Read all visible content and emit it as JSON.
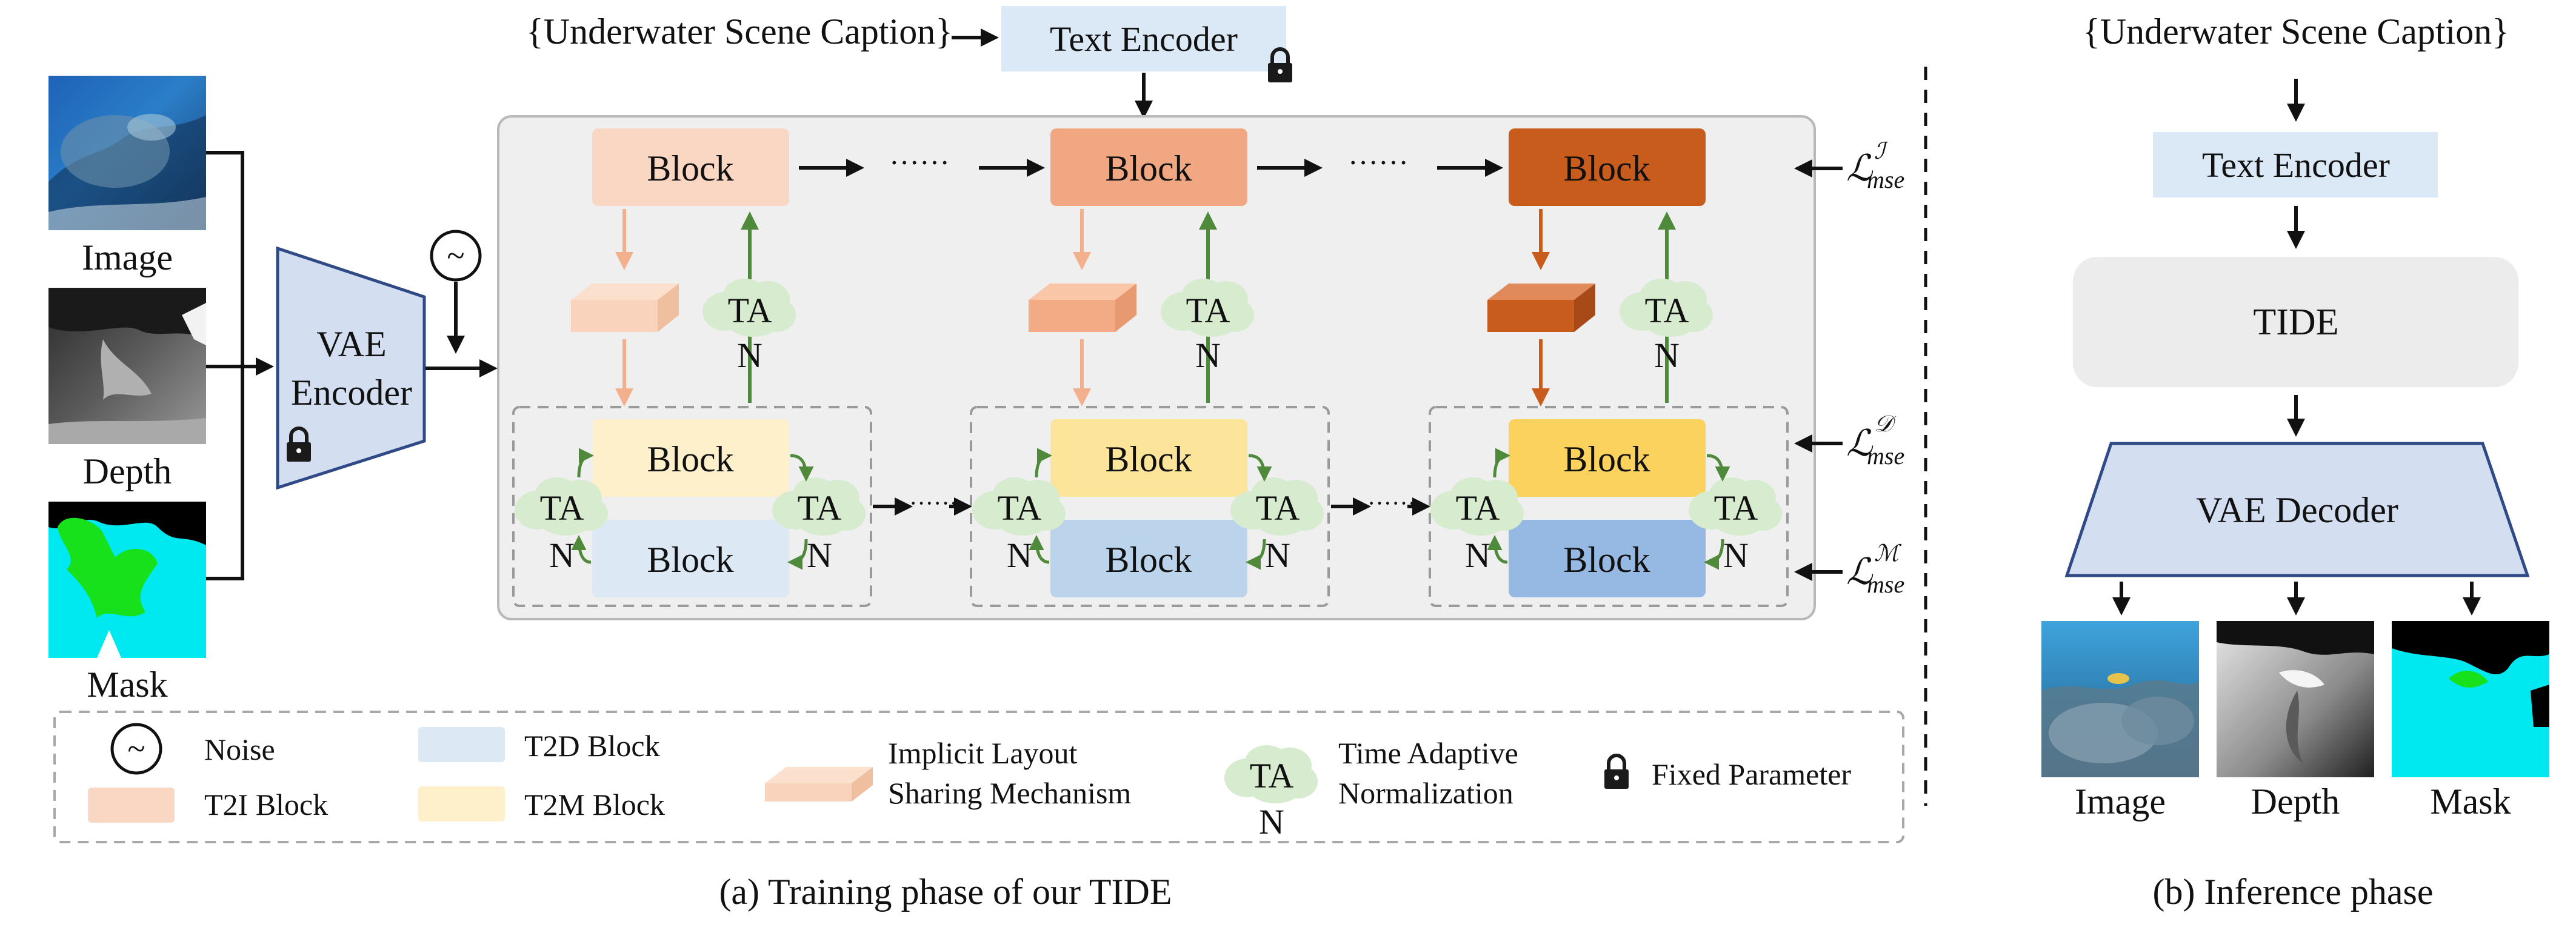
{
  "top_caption": "{Underwater Scene Caption}",
  "text_encoder": "Text Encoder",
  "inputs": {
    "image": "Image",
    "depth": "Depth",
    "mask": "Mask"
  },
  "vae_encoder": {
    "line1": "VAE",
    "line2": "Encoder"
  },
  "noise_symbol": "~",
  "block_label": "Block",
  "ellipsis": "······",
  "ta": {
    "line1": "TA",
    "line2": "N"
  },
  "losses": {
    "image": {
      "sup": "ℐ",
      "sub": "mse"
    },
    "depth": {
      "sup": "𝒟",
      "sub": "mse"
    },
    "mask": {
      "sup": "ℳ",
      "sub": "mse"
    },
    "symbol": "ℒ"
  },
  "legend": {
    "noise": "Noise",
    "t2i": "T2I Block",
    "t2d": "T2D Block",
    "t2m": "T2M Block",
    "implicit_1": "Implicit Layout",
    "implicit_2": "Sharing Mechanism",
    "tan_1": "Time Adaptive",
    "tan_2": "Normalization",
    "fixed": "Fixed Parameter"
  },
  "caption_a": "(a) Training phase of our TIDE",
  "inference": {
    "caption": "{Underwater Scene Caption}",
    "text_encoder": "Text Encoder",
    "tide": "TIDE",
    "vae_decoder": "VAE Decoder",
    "outputs": {
      "image": "Image",
      "depth": "Depth",
      "mask": "Mask"
    }
  },
  "caption_b": "(b) Inference phase",
  "colors": {
    "t2i_light": "#f9d7c3",
    "t2i_mid": "#f1a882",
    "t2i_dark": "#c75c1c",
    "t2m_light": "#fdf0cb",
    "t2m_mid": "#fde49b",
    "t2m_dark": "#fbd25d",
    "t2d_light": "#dde8f5",
    "t2d_mid": "#bcd3ec",
    "t2d_dark": "#95b9e2",
    "text_encoder": "#dbe8f5",
    "vae": "#d3dff0",
    "ta_fill": "#d7ebcf",
    "training_bg": "#efefef",
    "green_arrow": "#4f8a3a"
  }
}
